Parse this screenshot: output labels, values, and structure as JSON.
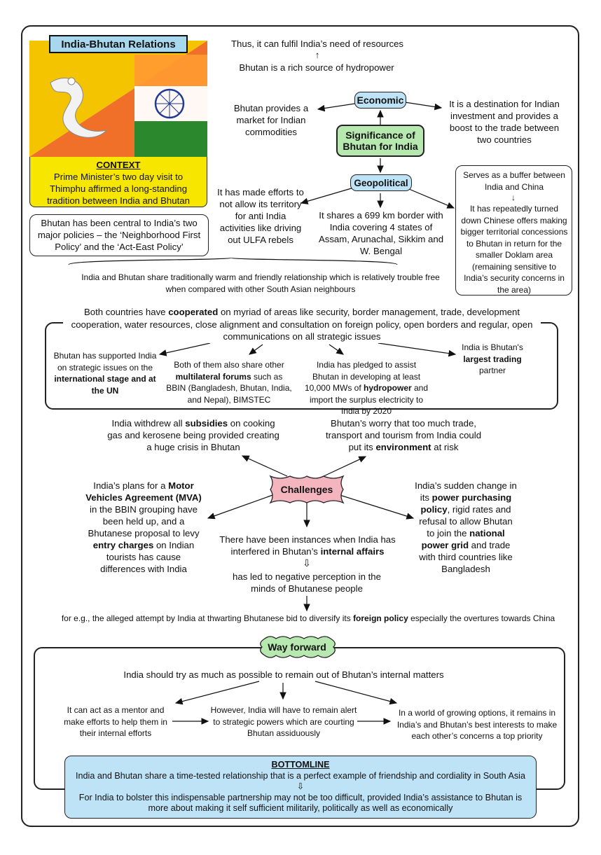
{
  "title": "India-Bhutan Relations",
  "context": {
    "heading": "CONTEXT",
    "text": "Prime Minister’s two day visit to Thimphu affirmed a long-standing tradition between India and Bhutan"
  },
  "central_note": "Bhutan has been central to India’s two major policies – the ‘Neighborhood First Policy’ and the ‘Act-East Policy’",
  "significance": {
    "center": "Significance of Bhutan for India",
    "economic": {
      "label": "Economic",
      "need": "Thus, it can fulfil India’s need of resources",
      "up_arrow": "↑",
      "hydro": "Bhutan is a rich source of hydropower",
      "market": "Bhutan provides a market for Indian commodities",
      "destination": "It is a destination for Indian investment and provides a boost to the trade between two countries"
    },
    "geopolitical": {
      "label": "Geopolitical",
      "ulfa": "It has made efforts to not allow its territory for anti India activities like driving out ULFA rebels",
      "border": "It shares a 699 km border with India covering 4 states of Assam, Arunachal, Sikkim and W. Bengal",
      "buffer": "Serves as a buffer between India and China",
      "down_arrow": "↓",
      "china": "It has repeatedly turned down Chinese offers making bigger territorial concessions to Bhutan in return for the smaller Doklam area (remaining sensitive to India’s security concerns in the area)"
    }
  },
  "summary": "India and Bhutan share traditionally warm and friendly relationship which is relatively trouble free when compared with other South Asian neighbours",
  "cooperation": {
    "intro_pre": "Both countries have ",
    "intro_bold": "cooperated",
    "intro_post": " on myriad of areas like security, border management, trade, development cooperation, water resources, close alignment and consultation on foreign policy, open borders and regular, open communications on all strategic issues",
    "strategic_pre": "Bhutan has supported India on strategic issues on the ",
    "strategic_bold": "international stage and at the UN",
    "forums_pre": "Both of them also share other ",
    "forums_bold": "multilateral forums",
    "forums_post": " such as BBIN (Bangladesh, Bhutan, India, and Nepal), BIMSTEC",
    "hydro_pre": "India has pledged to assist Bhutan in developing at least 10,000 MWs of ",
    "hydro_bold": "hydropower",
    "hydro_post": " and import the surplus electricity to India by 2020",
    "trade_pre": "India is Bhutan's ",
    "trade_bold": "largest trading",
    "trade_post": " partner"
  },
  "challenges": {
    "label": "Challenges",
    "subsidy_pre": "India withdrew all ",
    "subsidy_bold": "subsidies",
    "subsidy_post": " on cooking gas and kerosene being provided creating a huge crisis in Bhutan",
    "env_pre": "Bhutan’s worry that too much trade, transport and tourism from India could put its ",
    "env_bold": "environment",
    "env_post": " at risk",
    "mva_pre": "India’s plans for a ",
    "mva_bold": "Motor Vehicles Agreement (MVA)",
    "mva_mid": " in the BBIN grouping have been held up, and a Bhutanese proposal to levy ",
    "mva_bold2": "entry charges",
    "mva_post": " on Indian tourists has cause differences with India",
    "power_pre": "India’s sudden change in its ",
    "power_bold": "power purchasing policy",
    "power_mid": ", rigid rates and refusal to allow Bhutan to join the ",
    "power_bold2": "national power grid",
    "power_post": " and trade with third countries like Bangladesh",
    "internal_pre": "There have been instances when India has interfered in Bhutan’s ",
    "internal_bold": "internal affairs",
    "hollow_arrow": "⇩",
    "perception": "has led to negative perception in the minds of Bhutanese people",
    "example_pre": "for e.g., the alleged attempt by India at thwarting Bhutanese bid to diversify its ",
    "example_bold": "foreign policy",
    "example_post": " especially the overtures towards China"
  },
  "way_forward": {
    "label": "Way forward",
    "main": "India should try as much as possible to remain out of Bhutan’s internal matters",
    "mentor": "It can act as a mentor and make efforts to help them in their internal efforts",
    "alert": "However, India will have to remain alert to strategic powers which are courting Bhutan assiduously",
    "interests": "In a world of growing options, it remains in India’s and Bhutan’s best interests to make each other’s concerns a top priority"
  },
  "bottomline": {
    "heading": "BOTTOMLINE",
    "line1": "India and Bhutan share a time-tested relationship that is a perfect example of friendship and cordiality in South Asia",
    "arrow": "⇩",
    "line2": "For India to bolster this indispensable partnership may not be too difficult, provided India’s assistance to Bhutan is more about making it self sufficient militarily, politically as well as economically"
  },
  "colors": {
    "title_bg": "#a8d8ee",
    "context_bg": "#f7e600",
    "node_blue": "#bfe3f6",
    "node_green": "#b6e8b0",
    "challenges_bg": "#f5b5bf",
    "bottom_bg": "#bfe3f6",
    "bhutan_yellow": "#f5c400",
    "bhutan_orange": "#f0702a",
    "india_saffron": "#ff9a30",
    "india_green": "#1a8a2e",
    "chakra": "#1f3a93"
  }
}
